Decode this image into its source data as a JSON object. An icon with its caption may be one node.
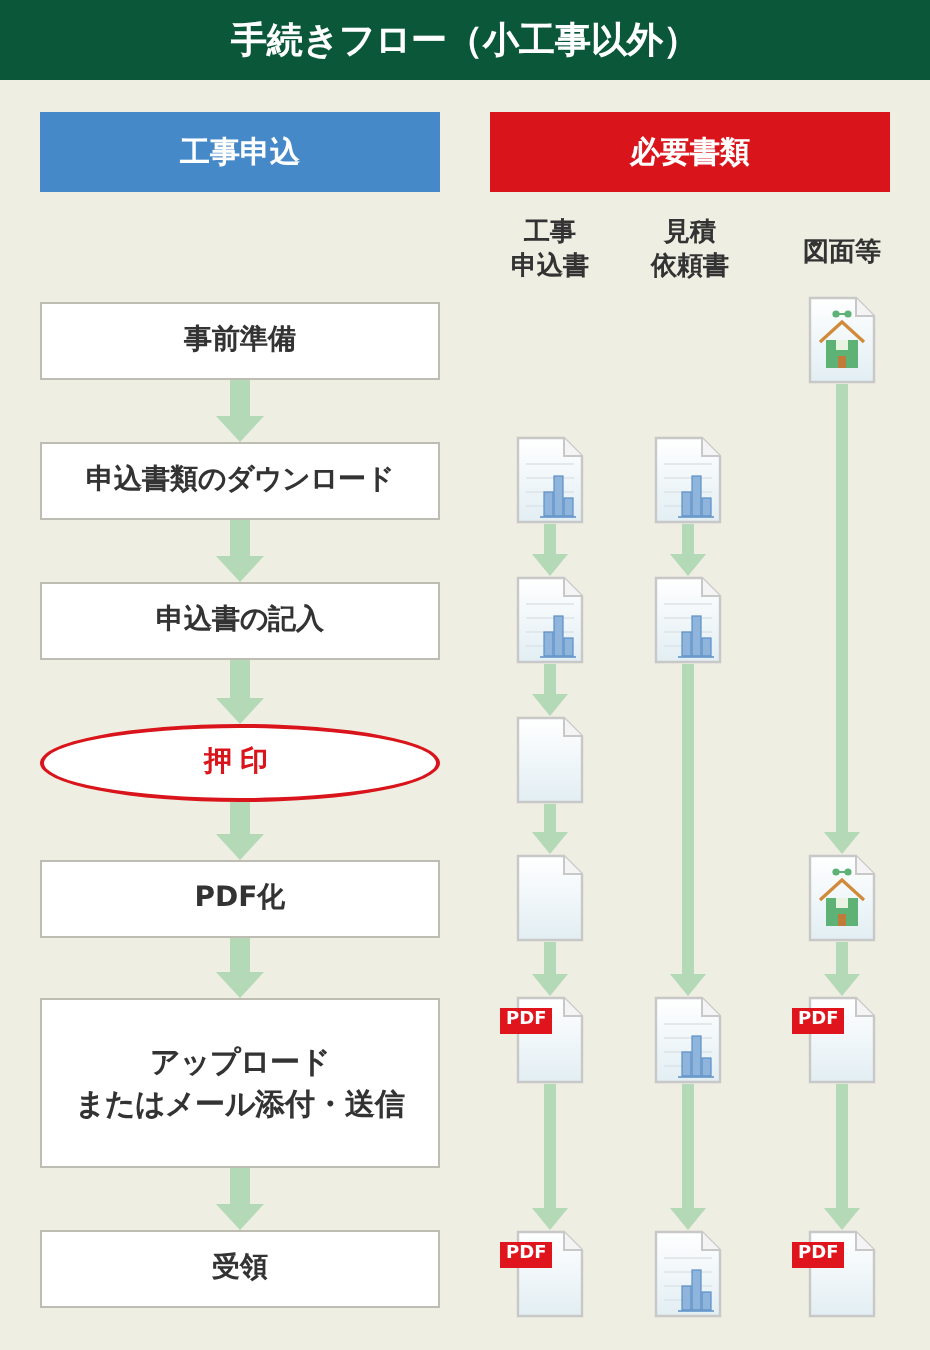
{
  "diagram": {
    "title": "手続きフロー（小工事以外）",
    "nodes": [
      {
        "text": [
          "工事申込"
        ]
      },
      {
        "text": [
          "必要書類"
        ]
      },
      {
        "text": [
          "事前準備"
        ]
      },
      {
        "text": [],
        "shape": "house"
      },
      {
        "text": [
          "申込書類のダウンロード"
        ]
      },
      {
        "text": [],
        "shape": "chart"
      },
      {
        "text": [],
        "shape": "chart"
      },
      {
        "text": [
          "申込書の記入"
        ]
      },
      {
        "text": [],
        "shape": "chart"
      },
      {
        "text": [],
        "shape": "chart"
      },
      {
        "text": [
          "押印"
        ]
      },
      {
        "text": [],
        "shape": "document"
      },
      {
        "text": [
          "PDF化"
        ]
      },
      {
        "text": [],
        "shape": "document"
      },
      {
        "text": [],
        "shape": "house"
      },
      {
        "text": [
          "アップロードまたはメール添付・送信"
        ]
      },
      {
        "text": [
          "PDF"
        ]
      },
      {
        "text": [],
        "shape": "chart"
      },
      {
        "text": [
          "PDF"
        ]
      },
      {
        "text": [
          "受領"
        ]
      },
      {
        "text": [
          "PDF"
        ]
      },
      {
        "text": [],
        "shape": "chart"
      },
      {
        "text": [
          "PDF"
        ]
      }
    ],
    "edges": [
      {
        "from": 2,
        "to": 4,
        "arrow": "to"
      },
      {
        "from": 4,
        "to": 7,
        "arrow": "to"
      },
      {
        "from": 7,
        "to": 10,
        "arrow": "to"
      },
      {
        "from": 10,
        "to": 12,
        "arrow": "to"
      },
      {
        "from": 12,
        "to": 15,
        "arrow": "to"
      },
      {
        "from": 15,
        "to": 19,
        "arrow": "to"
      },
      {
        "from": 5,
        "to": 8,
        "arrow": "to"
      },
      {
        "from": 8,
        "to": 11,
        "arrow": "to"
      },
      {
        "from": 11,
        "to": 13,
        "arrow": "to"
      },
      {
        "from": 13,
        "to": 16,
        "arrow": "to"
      },
      {
        "from": 16,
        "to": 20,
        "arrow": "to"
      },
      {
        "from": 6,
        "to": 9,
        "arrow": "to"
      },
      {
        "from": 9,
        "to": 17,
        "arrow": "to"
      },
      {
        "from": 17,
        "to": 21,
        "arrow": "to"
      },
      {
        "from": 3,
        "to": 14,
        "arrow": "to"
      },
      {
        "from": 14,
        "to": 18,
        "arrow": "to"
      },
      {
        "from": 18,
        "to": 22,
        "arrow": "to"
      }
    ],
    "labels": [
      "工事申込書",
      "見積依頼書",
      "図面等"
    ]
  }
}
